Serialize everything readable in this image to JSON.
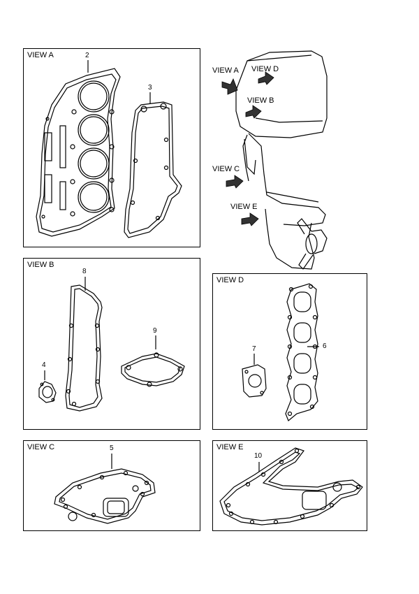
{
  "panels": {
    "view_a": {
      "title": "VIEW A"
    },
    "view_b": {
      "title": "VIEW B"
    },
    "view_c": {
      "title": "VIEW C"
    },
    "view_d": {
      "title": "VIEW D"
    },
    "view_e": {
      "title": "VIEW E"
    }
  },
  "outboard_labels": {
    "view_a": "VIEW A",
    "view_b": "VIEW B",
    "view_c": "VIEW C",
    "view_d": "VIEW D",
    "view_e": "VIEW E"
  },
  "parts": {
    "p2": "2",
    "p3": "3",
    "p4": "4",
    "p5": "5",
    "p6": "6",
    "p7": "7",
    "p8": "8",
    "p9": "9",
    "p10": "10"
  },
  "colors": {
    "line": "#000000",
    "background": "#ffffff"
  }
}
